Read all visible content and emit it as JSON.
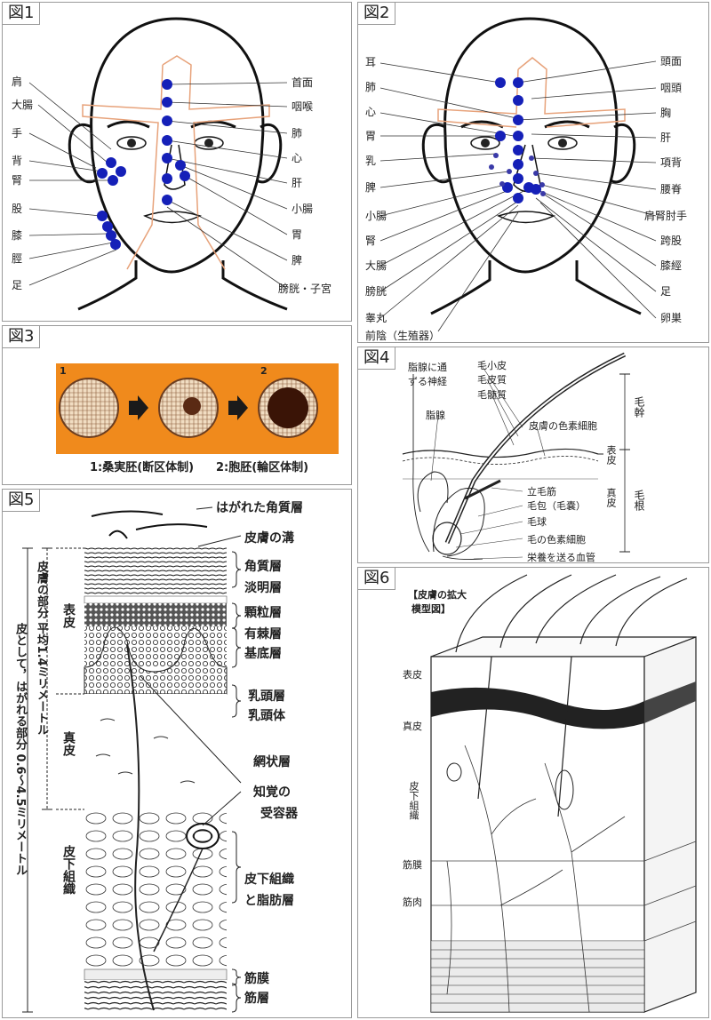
{
  "fig1": {
    "tag": "図1",
    "left_labels": [
      "肩",
      "大腸",
      "手",
      "背",
      "腎",
      "股",
      "膝",
      "脛",
      "足"
    ],
    "right_labels": [
      "首面",
      "咽喉",
      "肺",
      "心",
      "肝",
      "小腸",
      "胃",
      "脾",
      "膀胱・子宮"
    ]
  },
  "fig2": {
    "tag": "図2",
    "left_labels": [
      "耳",
      "肺",
      "心",
      "胃",
      "乳",
      "脾",
      "小腸",
      "腎",
      "大腸",
      "膀胱",
      "睾丸",
      "前陰（生殖器）"
    ],
    "right_labels": [
      "頭面",
      "咽頭",
      "胸",
      "肝",
      "項背",
      "腰脊",
      "肩腎肘手",
      "跨股",
      "膝經",
      "足",
      "卵巣"
    ]
  },
  "fig3": {
    "tag": "図3",
    "num1": "1",
    "num2": "2",
    "caption1": "1:桑実胚(断区体制)",
    "caption2": "2:胞胚(輪区体制)"
  },
  "fig4": {
    "tag": "図4",
    "labels": {
      "nerve1": "脂腺に通",
      "nerve2": "ずる神経",
      "sebaceous": "脂腺",
      "cuticle": "毛小皮",
      "cortex": "毛皮質",
      "medulla": "毛髄質",
      "pigment_cell": "皮膚の色素細胞",
      "arrector": "立毛筋",
      "follicle": "毛包（毛嚢）",
      "bulb": "毛球",
      "hair_pigment": "毛の色素細胞",
      "vessel": "栄養を送る血管",
      "epidermis": "表皮",
      "dermis": "真皮",
      "shaft": "毛幹",
      "root": "毛根"
    }
  },
  "fig5": {
    "tag": "図5",
    "layers": [
      "はがれた角質層",
      "皮膚の溝",
      "角質層",
      "淡明層",
      "顆粒層",
      "有棘層",
      "基底層",
      "乳頭層",
      "乳頭体",
      "網状層",
      "知覚の",
      "受容器",
      "皮下組織",
      "と脂肪層",
      "筋膜",
      "筋層"
    ],
    "side": {
      "epidermis": "表皮",
      "dermis": "真皮",
      "subcutis": "皮下組織"
    },
    "vertical1": "皮として，はがれる部分 0.6〜4.5ミリメートル",
    "vertical2": "皮膚の部分 平均1.4ミリメートル"
  },
  "fig6": {
    "tag": "図6",
    "title1": "【皮膚の拡大",
    "title2": "模型図】",
    "labels": [
      "表皮",
      "真皮",
      "皮下組織",
      "筋膜",
      "筋肉"
    ]
  }
}
